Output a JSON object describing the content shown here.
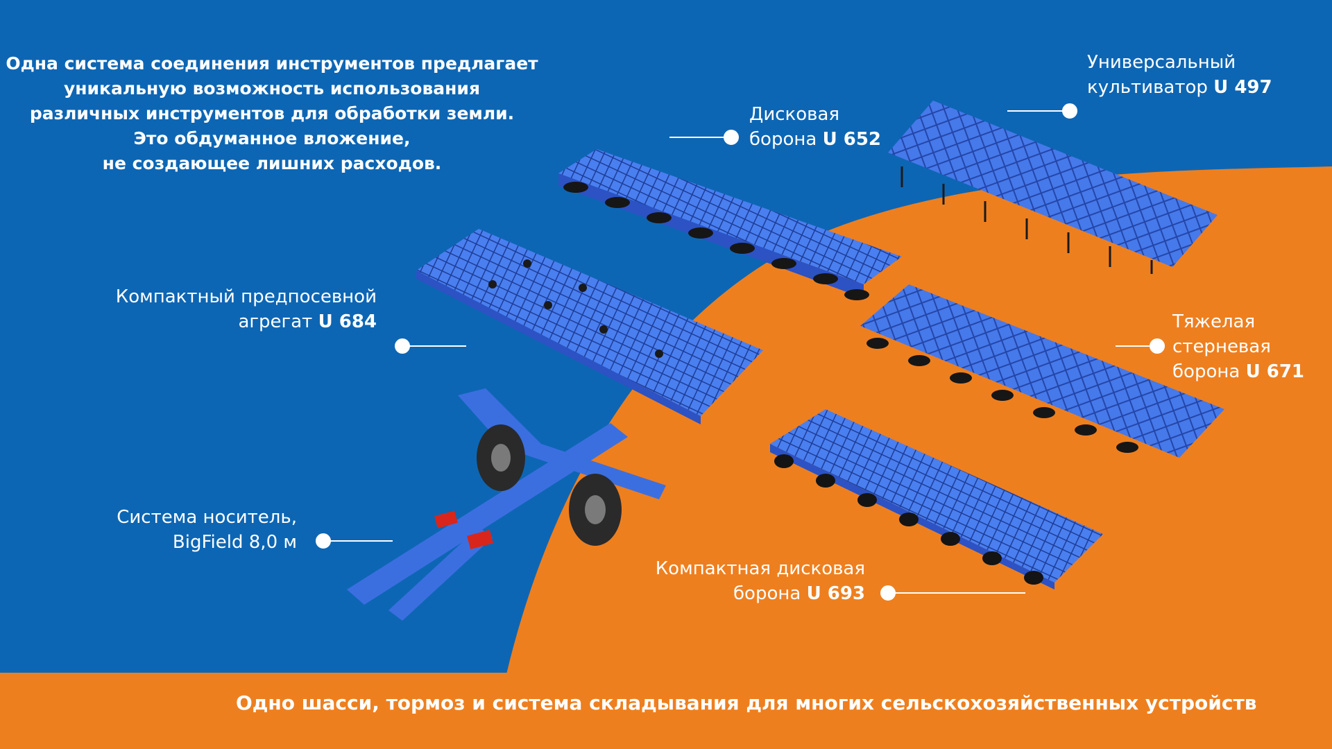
{
  "colors": {
    "blue": "#0d66b4",
    "orange": "#ee7f1f",
    "machine": "#3b6fe0",
    "machine_dark": "#1e3f9a"
  },
  "intro": [
    "Одна система соединения инструментов предлагает",
    "уникальную возможность использования",
    "различных инструментов для обработки земли.",
    "Это обдуманное вложение,",
    "не создающее лишних расходов."
  ],
  "labels": {
    "u497": {
      "line1": "Универсальный",
      "line2": "культиватор ",
      "code": "U 497"
    },
    "u652": {
      "line1": "Дисковая",
      "line2": "борона ",
      "code": "U 652"
    },
    "u684": {
      "line1": "Компактный предпосевной",
      "line2": "агрегат ",
      "code": "U 684"
    },
    "u671": {
      "line1": "Тяжелая",
      "line2": "стерневая",
      "line3": "борона ",
      "code": "U 671"
    },
    "bigfield": {
      "line1": "Система носитель,",
      "line2": "BigField 8,0 м"
    },
    "u693": {
      "line1": "Компактная дисковая",
      "line2": "борона ",
      "code": "U 693"
    }
  },
  "footer": "Одно шасси, тормоз и система складывания для многих сельскохозяйственных устройств"
}
